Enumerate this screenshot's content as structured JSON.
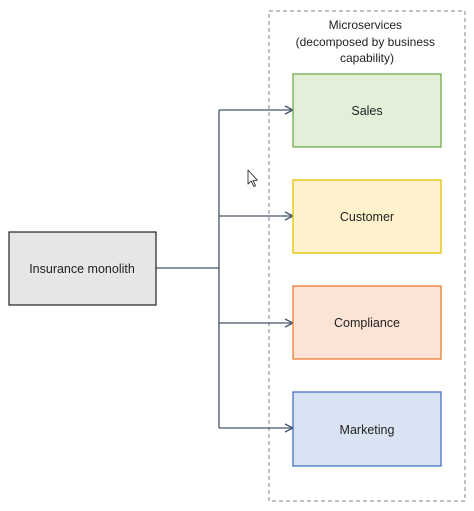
{
  "diagram": {
    "group_title_lines": [
      "Microservices",
      "(decomposed by business",
      "capability)"
    ],
    "monolith": {
      "label": "Insurance monolith",
      "fill": "#e6e6e6",
      "stroke": "#222222"
    },
    "services": [
      {
        "label": "Sales",
        "fill": "#e2efd9",
        "stroke": "#70ad47"
      },
      {
        "label": "Customer",
        "fill": "#fff2cc",
        "stroke": "#e5c000"
      },
      {
        "label": "Compliance",
        "fill": "#fbe3d5",
        "stroke": "#ed7d31"
      },
      {
        "label": "Marketing",
        "fill": "#dae3f3",
        "stroke": "#4472c4"
      }
    ],
    "connector_color": "#44546a",
    "group_border_color": "#7f7f7f"
  }
}
